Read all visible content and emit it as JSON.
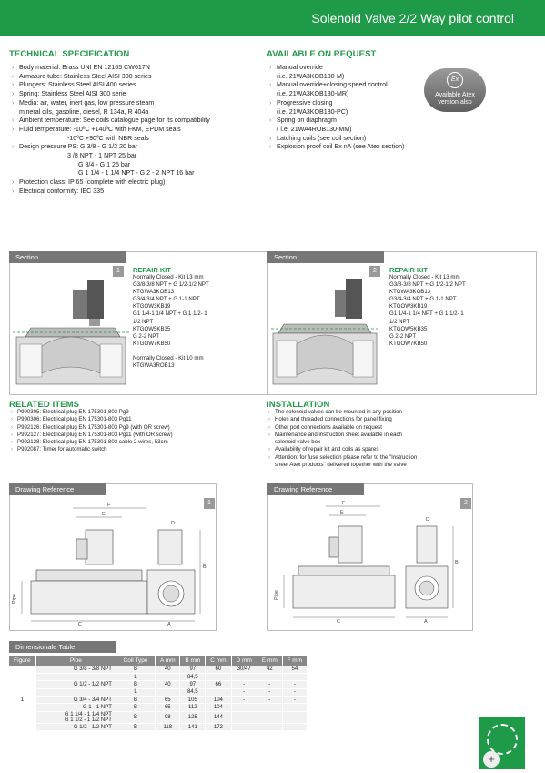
{
  "header": {
    "title": "Solenoid Valve 2/2 Way pilot control"
  },
  "tech_spec": {
    "title": "TECHNICAL SPECIFICATION",
    "lines": [
      {
        "text": "Body material: Brass UNI EN 12165 CW617N",
        "style": "b"
      },
      {
        "text": "Armature tube: Stainless Steel AISI 300 series",
        "style": "b"
      },
      {
        "text": "Plungers: Stainless Steel AISI 400 series",
        "style": "b"
      },
      {
        "text": "Spring: Stainless Steel AISI 300 serie",
        "style": "b"
      },
      {
        "text": "Media: air, water, inert gas, low pressure steam",
        "style": "b"
      },
      {
        "text": "mineral oils, gasoline, diesel, R 134a, R 404a",
        "style": "ind"
      },
      {
        "text": "Ambient temperature: See coils catalogue page for its compatibility",
        "style": "b"
      },
      {
        "text": "Fluid temperature: -10ºC +140ºC with FKM, EPDM seals",
        "style": "b"
      },
      {
        "text": "-10ºC +90ºC with NBR seals",
        "style": "ind2"
      },
      {
        "text": "Design pressure PS: G 3/8 - G 1/2 20 bar",
        "style": "b"
      },
      {
        "text": "3 /8 NPT - 1 NPT 25 bar",
        "style": "ind2"
      },
      {
        "text": "G 3/4 - G 1 25 bar",
        "style": "ind3"
      },
      {
        "text": "G 1 1/4 - 1 1/4 NPT - G 2 - 2 NPT 16 bar",
        "style": "ind3"
      },
      {
        "text": "Protection class: IP 65 (complete with electric plug)",
        "style": "b"
      },
      {
        "text": "Electrical conformity: IEC 335",
        "style": "b"
      }
    ]
  },
  "on_request": {
    "title": "AVAILABLE ON REQUEST",
    "lines": [
      {
        "text": "Manual override",
        "style": "b"
      },
      {
        "text": "(i.e. 21WA3KOB130-M)",
        "style": "ind"
      },
      {
        "text": "Manual override+closing speed control",
        "style": "b"
      },
      {
        "text": "(i.e. 21WA3KOB130-MR)",
        "style": "ind"
      },
      {
        "text": "Progressive closing",
        "style": "b"
      },
      {
        "text": "(i.e. 21WA3KOB130-PC)",
        "style": "ind"
      },
      {
        "text": "Spring on diaphragm",
        "style": "b"
      },
      {
        "text": "( i.e. 21WA4ROB130-MM)",
        "style": "ind"
      },
      {
        "text": "Latching coils (see coil section)",
        "style": "b"
      },
      {
        "text": "Explosion proof coil Ex nA (see Atex section)",
        "style": "b"
      }
    ],
    "badge_symbol": "Ex",
    "badge_line1": "Available Atex",
    "badge_line2": "version also"
  },
  "section_panels": [
    {
      "label": "Section",
      "number": "1",
      "repair_title": "REPAIR KIT",
      "repair_lines": [
        "Normally Closed - Kit 13 mm",
        "G3/8-3/8 NPT + G 1/2-1/2 NPT",
        "KTGWA3KOB13",
        "G3/4-3/4 NPT + G 1-1 NPT",
        "KTGOW3KB19",
        "G1 1/4-1 1/4 NPT + G 1 1/2- 1",
        "1/2 NPT",
        "KTGOW5KB35",
        "G 2-2 NPT",
        "KTGOW7KB50",
        "",
        "Normally Closed - Kit 10 mm",
        "KTGWA3ROB13"
      ]
    },
    {
      "label": "Section",
      "number": "2",
      "repair_title": "REPAIR KIT",
      "repair_lines": [
        "Normally Closed - Kit 13 mm",
        "G3/8-3/8 NPT + G 1/2-1/2 NPT",
        "KTGWA3KOB13",
        "G3/4-3/4 NPT + G 1-1 NPT",
        "KTGOW3KB19",
        "G1 1/4-1 1/4 NPT + G 1 1/2- 1",
        "1/2 NPT",
        "KTGOW5KB35",
        "G 2-2 NPT",
        "KTGOW7KB50"
      ]
    }
  ],
  "related": {
    "title": "RELATED ITEMS",
    "items": [
      "P990305: Electrical plug EN 175301-803 Pg9",
      "P990306: Electrical plug EN 175301-803 Pg11",
      "P992126: Electrical plug EN 175301-803 Pg9 (with OR screw)",
      "P992127: Electrical plug EN 175301-803 Pg11 (with OR screw)",
      "P992128: Electrical plug EN 175301-803 cable 2 wires, 53cm",
      "P992087: Timer for automatic switch"
    ]
  },
  "installation": {
    "title": "INSTALLATION",
    "items": [
      {
        "text": "The solenoid valves can be mounted in any position",
        "cont": false
      },
      {
        "text": "Holes and threaded connections for panel fixing",
        "cont": false
      },
      {
        "text": "Other port connections available on request",
        "cont": false
      },
      {
        "text": "Maintenance and instruction sheet available in each",
        "cont": false
      },
      {
        "text": "solenoid valve box",
        "cont": true
      },
      {
        "text": "Availability of repair kit and coils as spares",
        "cont": false
      },
      {
        "text": "Attention: for fuse selection please refer to the \"Instruction",
        "cont": false
      },
      {
        "text": "sheet Atex products\" delivered together with the valve",
        "cont": true
      }
    ]
  },
  "drawing_panels": [
    {
      "label": "Drawing Reference",
      "number": "1",
      "dims": [
        "F",
        "E",
        "D",
        "B",
        "Pipe",
        "C",
        "A"
      ]
    },
    {
      "label": "Drawing Reference",
      "number": "2",
      "dims": [
        "F",
        "E",
        "D",
        "B",
        "Pipe",
        "C",
        "A"
      ]
    }
  ],
  "dim_table": {
    "label": "Dimensionale Table",
    "headers": [
      "Figure",
      "Pipe",
      "Coil Type",
      "A mm",
      "B mm",
      "C mm",
      "D mm",
      "E mm",
      "F mm"
    ],
    "figure": "1",
    "rows": [
      {
        "pipe": "G 3/8 - 3/8 NPT",
        "coil": "B",
        "a": "40",
        "b": "97",
        "c": "60",
        "d": "30/47",
        "e": "42",
        "f": "54"
      },
      {
        "pipe": "",
        "coil": "L",
        "a": "",
        "b": "84,5",
        "c": "",
        "d": "",
        "e": "",
        "f": ""
      },
      {
        "pipe": "G 1/2 - 1/2 NPT",
        "coil": "B",
        "a": "40",
        "b": "97",
        "c": "66",
        "d": "-",
        "e": "-",
        "f": "-"
      },
      {
        "pipe": "",
        "coil": "L",
        "a": "",
        "b": "84,5",
        "c": "",
        "d": "-",
        "e": "-",
        "f": "-"
      },
      {
        "pipe": "G 3/4 - 3/4 NPT",
        "coil": "B",
        "a": "65",
        "b": "105",
        "c": "104",
        "d": "-",
        "e": "-",
        "f": "-"
      },
      {
        "pipe": "G 1 - 1 NPT",
        "coil": "B",
        "a": "65",
        "b": "112",
        "c": "104",
        "d": "-",
        "e": "-",
        "f": "-"
      },
      {
        "pipe": "G 1 1/4 - 1 1/4 NPT",
        "pipe2": "G 1 1/2 - 1 1/2 NPT",
        "coil": "B",
        "a": "98",
        "b": "125",
        "c": "144",
        "d": "-",
        "e": "-",
        "f": "-"
      },
      {
        "pipe": "G 1/2 - 1/2 NPT",
        "coil": "B",
        "a": "118",
        "b": "141",
        "c": "172",
        "d": "-",
        "e": "-",
        "f": "-"
      }
    ]
  },
  "colors": {
    "brand_green": "#1f9a48",
    "panel_grey": "#777777"
  },
  "icons": {
    "atex": "atex-badge-icon",
    "logo": "company-logo-icon",
    "plus": "plus-icon"
  }
}
